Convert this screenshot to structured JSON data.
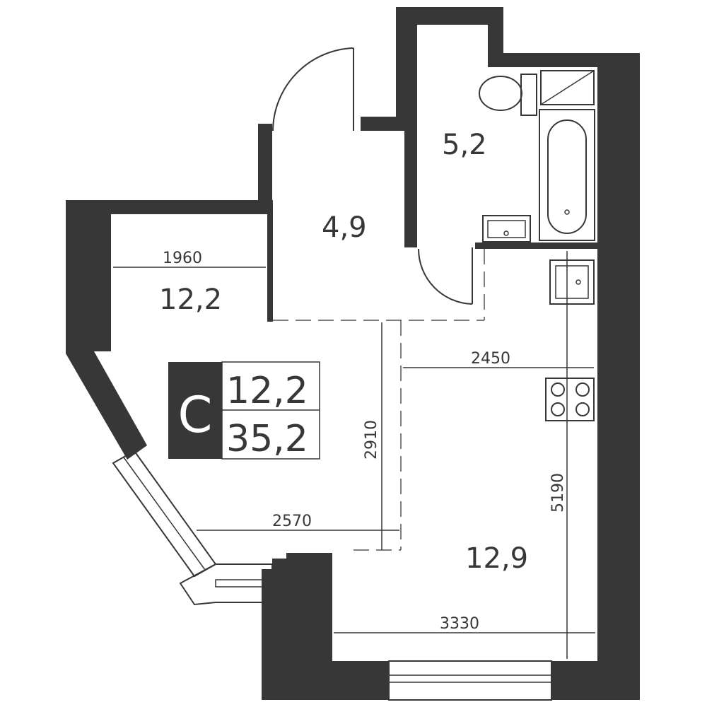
{
  "rooms": {
    "bathroom": "5,2",
    "hallway": "4,9",
    "room_upper": "12,2",
    "kitchen": "12,9"
  },
  "badge": {
    "type": "С",
    "living_area": "12,2",
    "total_area": "35,2"
  },
  "dimensions": {
    "d1960": "1960",
    "d2450": "2450",
    "d2910": "2910",
    "d2570": "2570",
    "d5190": "5190",
    "d3330": "3330"
  },
  "colors": {
    "wall": "#373737",
    "background": "#ffffff"
  }
}
